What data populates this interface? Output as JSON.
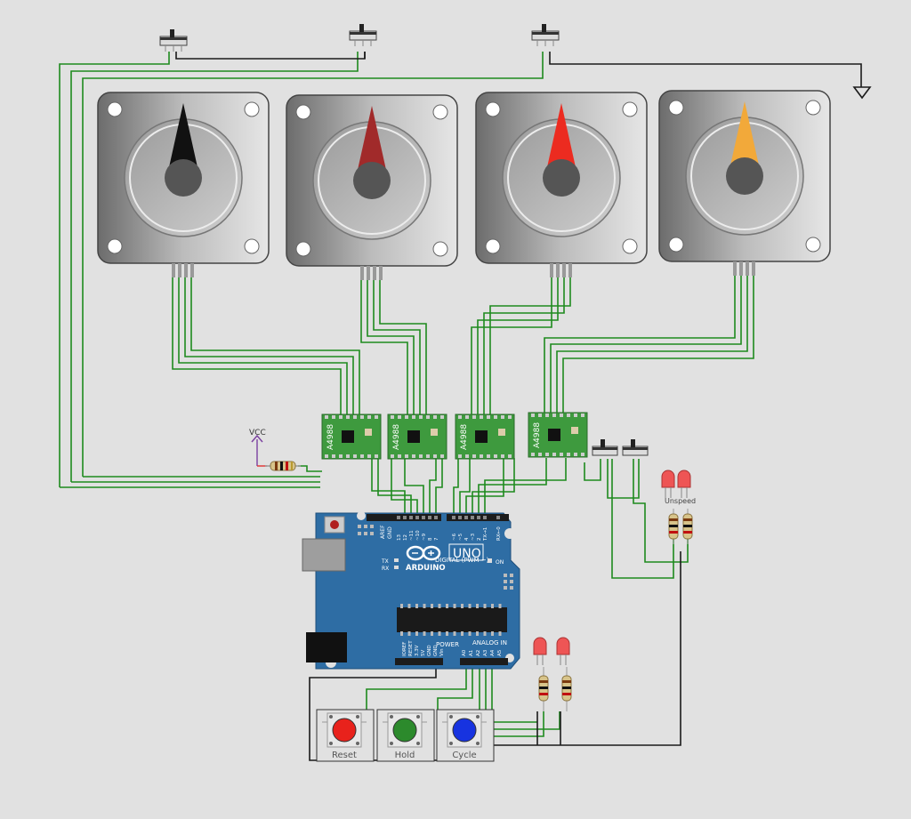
{
  "power": {
    "vcc_label": "VCC"
  },
  "drivers": [
    {
      "label": "A4988"
    },
    {
      "label": "A4988"
    },
    {
      "label": "A4988"
    },
    {
      "label": "A4988"
    }
  ],
  "arduino": {
    "brand": "ARDUINO",
    "model": "UNO",
    "digital_label": "DIGITAL (PWM ~)",
    "analog_label": "ANALOG IN",
    "power_label": "POWER",
    "on_label": "ON",
    "tx_label": "TX",
    "rx_label": "RX",
    "aref_label": "AREF",
    "gnd_label": "GND",
    "digital_pins": [
      "13",
      "12",
      "~11",
      "~10",
      "~9",
      "8",
      "7",
      "~6",
      "~5",
      "4",
      "~3",
      "2",
      "TX→1",
      "RX←0"
    ],
    "power_pins": [
      "IOREF",
      "RESET",
      "3.3V",
      "5V",
      "GND",
      "GND",
      "Vin"
    ],
    "analog_pins": [
      "A0",
      "A1",
      "A2",
      "A3",
      "A4",
      "A5"
    ]
  },
  "leds_top": {
    "label": "Unspeed"
  },
  "buttons": [
    {
      "label": "Reset",
      "cap_color": "#e8221c"
    },
    {
      "label": "Hold",
      "cap_color": "#2c8a2c"
    },
    {
      "label": "Cycle",
      "cap_color": "#1733e0"
    }
  ],
  "motors": [
    {
      "pointer_color": "#111111"
    },
    {
      "pointer_color": "#a12a2a"
    },
    {
      "pointer_color": "#ec2b20"
    },
    {
      "pointer_color": "#f2a93a"
    }
  ],
  "colors": {
    "wire_green": "#1e8a1e",
    "wire_black": "#1a1a1a",
    "board_blue": "#2e6da4",
    "driver_green": "#3e9a3e",
    "background": "#e1e1e1"
  }
}
